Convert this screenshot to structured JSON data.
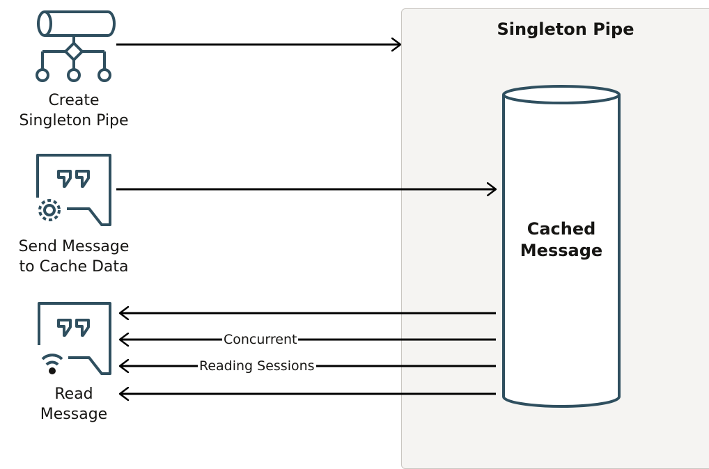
{
  "pipe": {
    "title": "Singleton Pipe",
    "cylinder_label_line1": "Cached",
    "cylinder_label_line2": "Message"
  },
  "actors": {
    "create": {
      "line1": "Create",
      "line2": "Singleton Pipe",
      "icon": "pipe-hierarchy-icon"
    },
    "send": {
      "line1": "Send Message",
      "line2": "to Cache Data",
      "icon": "message-gear-icon"
    },
    "read": {
      "line1": "Read",
      "line2": "Message",
      "icon": "message-wifi-icon"
    }
  },
  "arrows": {
    "concurrent_label": "Concurrent",
    "reading_sessions_label": "Reading Sessions"
  },
  "colors": {
    "icon": "#2f4f5f",
    "arrow": "#000000",
    "panel": "#f5f4f2",
    "panel_border": "#c9c6c1"
  }
}
